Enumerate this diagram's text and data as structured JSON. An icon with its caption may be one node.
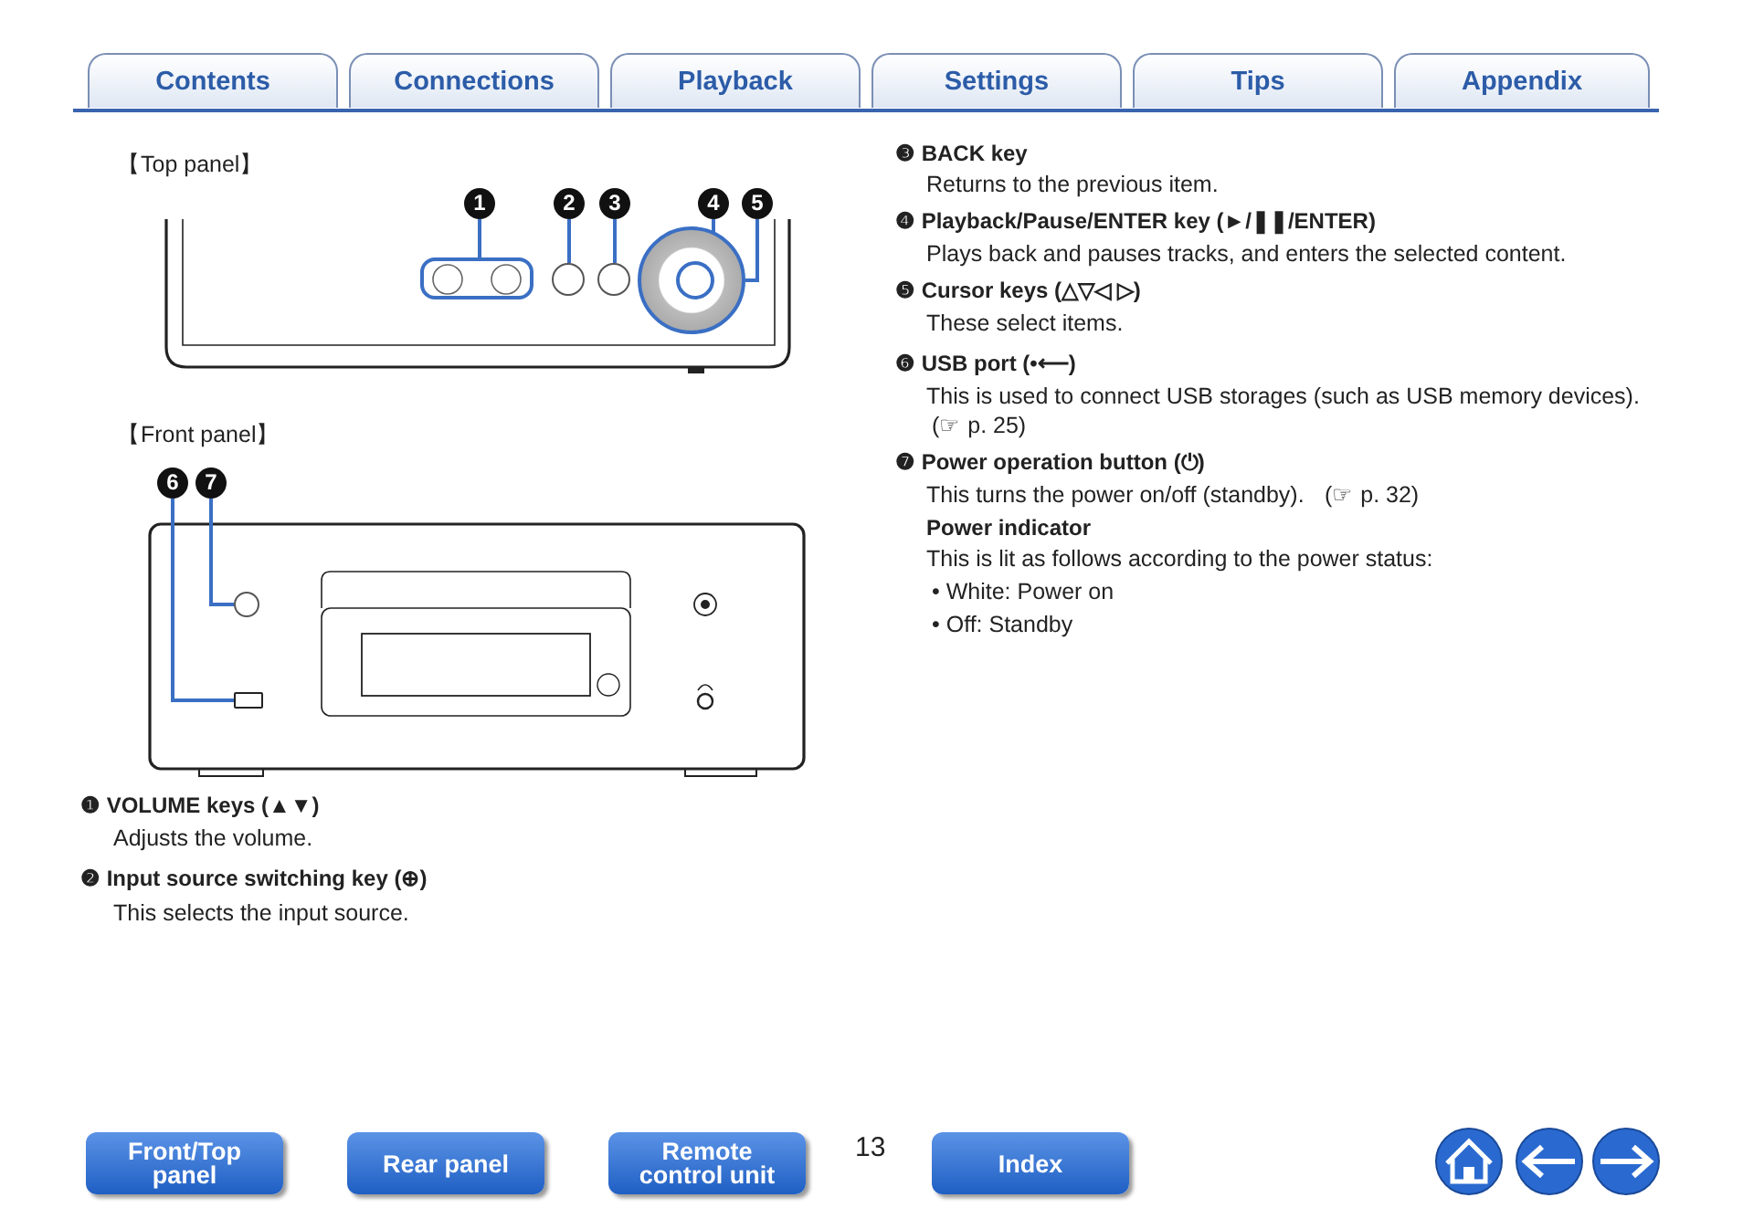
{
  "diagram": {
    "nodes": [
      {
        "text": [
          "1"
        ]
      },
      {
        "text": [
          "2"
        ]
      },
      {
        "text": [
          "3"
        ]
      },
      {
        "text": [
          "4"
        ]
      },
      {
        "text": [
          "5"
        ]
      },
      {
        "text": [],
        "shape": "box"
      },
      {
        "text": [],
        "shape": "circle"
      },
      {
        "text": [],
        "shape": "circle"
      },
      {
        "text": [],
        "shape": "circle",
        "in": 9
      },
      {
        "text": [],
        "shape": "circle"
      },
      {
        "text": [
          "6"
        ]
      },
      {
        "text": [
          "7"
        ]
      },
      {
        "text": [],
        "shape": "box"
      },
      {
        "text": [],
        "shape": "circle"
      }
    ],
    "edges": [
      {
        "from": 0,
        "to": 5,
        "arrow": "none"
      },
      {
        "from": 1,
        "to": 6,
        "arrow": "none"
      },
      {
        "from": 2,
        "to": 7,
        "arrow": "none"
      },
      {
        "from": 3,
        "to": 8,
        "arrow": "none"
      },
      {
        "from": 4,
        "to": 9,
        "arrow": "none"
      },
      {
        "from": 10,
        "to": 12,
        "arrow": "none"
      },
      {
        "from": 11,
        "to": 13,
        "arrow": "none"
      }
    ],
    "labels": [
      "Contents",
      "Connections",
      "Playback",
      "Settings",
      "Tips",
      "Appendix",
      "【Top panel】",
      "【Front panel】",
      "❶ VOLUME keys (▲▼)",
      "Adjusts the volume.",
      "❷ Input source switching key (⊕)",
      "This selects the input source.",
      "❸ BACK key",
      "Returns to the previous item.",
      "❹ Playback/Pause/ENTER key (►/❚❚/ENTER)",
      "Plays back and pauses tracks, and enters the selected content.",
      "❺ Cursor keys (△▽◁ ▷)",
      "These select items.",
      "❻ USB port (•⟵)",
      "This is used to connect USB storages (such as USB memory devices).",
      "(☞ p. 25)",
      "❼ Power operation button (⏻)",
      "This turns the power on/off (standby).",
      "(☞ p. 32)",
      "Power indicator",
      "This is lit as follows according to the power status:",
      "• White: Power on",
      "• Off: Standby",
      "13",
      "Front/Top panel",
      "Rear panel",
      "Remote control unit",
      "Index"
    ]
  }
}
